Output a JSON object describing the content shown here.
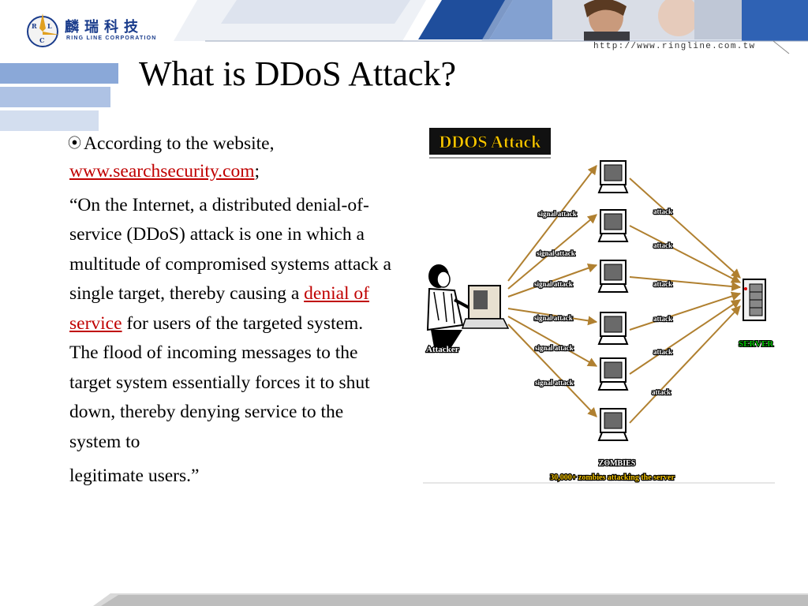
{
  "header": {
    "logo_initials": [
      "R",
      "L",
      "C"
    ],
    "logo_chinese": "麟瑞科技",
    "logo_english": "RING LINE CORPORATION",
    "website": "http://www.ringline.com.tw"
  },
  "slide": {
    "title": "What is DDoS Attack?",
    "bullet_symbol": "⦿",
    "intro": "According to the website,",
    "source_link": "www.searchsecurity.com",
    "source_suffix": ";",
    "quote_part1": "“On the Internet, a distributed denial-of-service (DDoS) attack is one in which a multitude of compromised systems attack a single target, thereby causing a",
    "quote_link": "denial of service",
    "quote_part2": "for users of the targeted system. The flood of incoming messages to the target system essentially forces it to shut down, thereby denying service to the system to",
    "quote_end": "legitimate users.”"
  },
  "diagram": {
    "title": "DDOS Attack",
    "attacker_label": "Attacker",
    "server_label": "SERVER",
    "zombies_label": "ZOMBIES",
    "zombies_caption": "30,000+ zombies attacking the server",
    "signal_labels": [
      "signal attack",
      "signal attack",
      "signal attack",
      "signal attack",
      "signal attack",
      "signal attack"
    ],
    "attack_labels": [
      "attack",
      "attack",
      "attack",
      "attack",
      "attack",
      "attack"
    ]
  },
  "colors": {
    "title_text": "#000000",
    "link": "#c00000",
    "banner_blue": "#1f4e9c",
    "diagram_arrow": "#b08030",
    "diagram_title": "#f5c400",
    "server_label": "#00a000"
  }
}
